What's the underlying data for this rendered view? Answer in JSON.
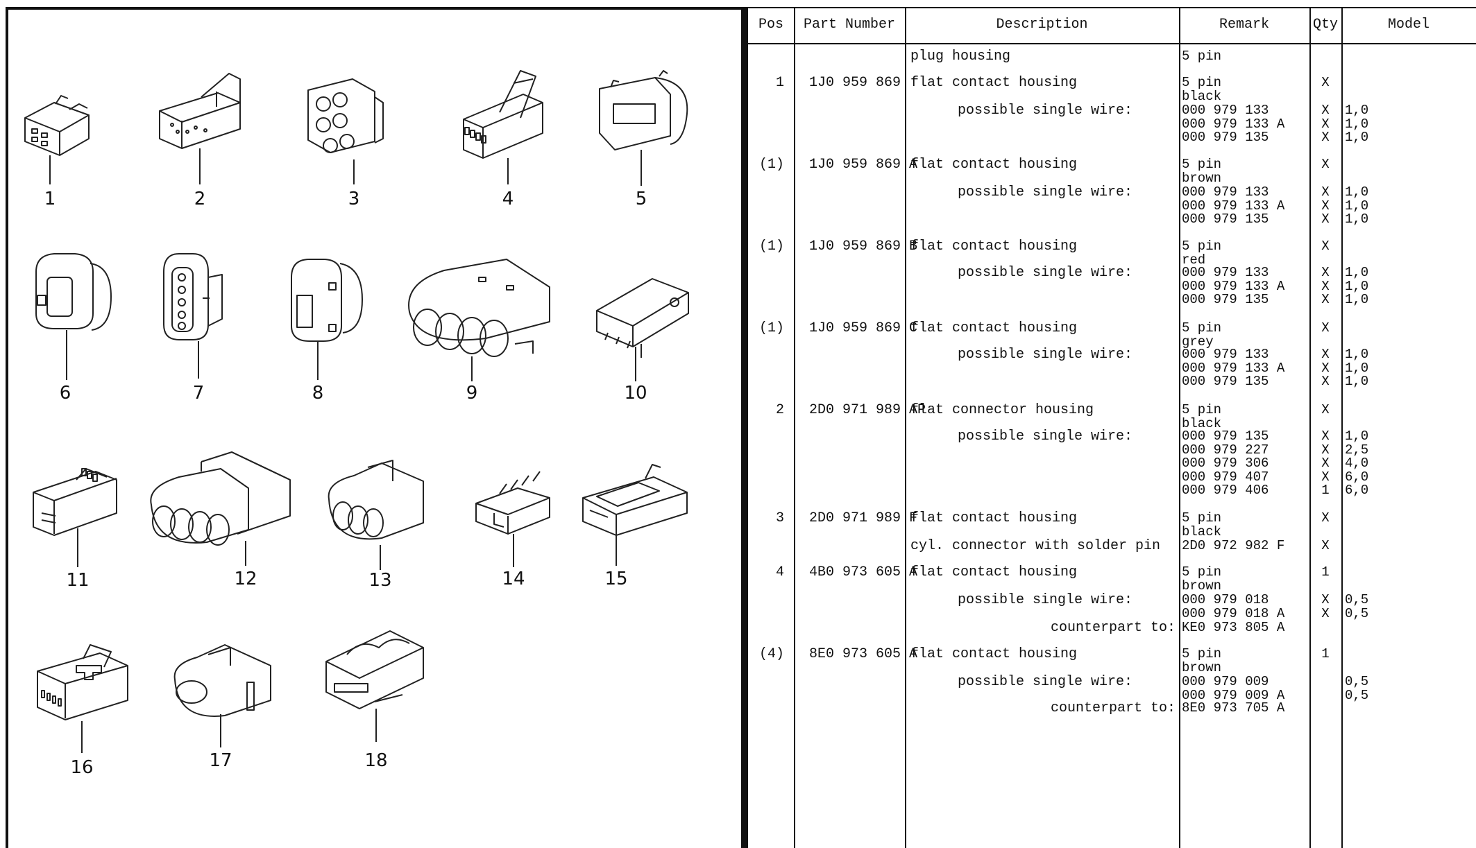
{
  "illustration": {
    "callouts": [
      "1",
      "2",
      "3",
      "4",
      "5",
      "6",
      "7",
      "8",
      "9",
      "10",
      "11",
      "12",
      "13",
      "14",
      "15",
      "16",
      "17",
      "18"
    ]
  },
  "table": {
    "headers": [
      "Pos",
      "Part Number",
      "Description",
      "Remark",
      "Qty",
      "Model"
    ],
    "rows": [
      {
        "pos": "",
        "part": "",
        "desc": "plug housing",
        "desc_indent": "none",
        "remark": [
          "5 pin"
        ],
        "qty": [],
        "model": []
      },
      {
        "pos": "1",
        "part": "1J0 959 869",
        "desc": "flat contact housing",
        "desc_indent": "none",
        "remark": [
          "5 pin",
          "black"
        ],
        "qty": [
          "X"
        ],
        "model": []
      },
      {
        "pos": "",
        "part": "",
        "desc": "possible single wire:",
        "desc_indent": "mid",
        "remark": [
          "000 979 133",
          "000 979 133 A",
          "000 979 135"
        ],
        "qty": [
          "X",
          "X",
          "X"
        ],
        "model": [
          "1,0",
          "1,0",
          "1,0"
        ]
      },
      {
        "pos": "(1)",
        "part": "1J0 959 869 A",
        "desc": "flat contact housing",
        "desc_indent": "none",
        "remark": [
          "5 pin",
          "brown"
        ],
        "qty": [
          "X"
        ],
        "model": []
      },
      {
        "pos": "",
        "part": "",
        "desc": "possible single wire:",
        "desc_indent": "mid",
        "remark": [
          "000 979 133",
          "000 979 133 A",
          "000 979 135"
        ],
        "qty": [
          "X",
          "X",
          "X"
        ],
        "model": [
          "1,0",
          "1,0",
          "1,0"
        ]
      },
      {
        "pos": "(1)",
        "part": "1J0 959 869 B",
        "desc": "flat contact housing",
        "desc_indent": "none",
        "remark": [
          "5 pin",
          "red"
        ],
        "qty": [
          "X"
        ],
        "model": []
      },
      {
        "pos": "",
        "part": "",
        "desc": "possible single wire:",
        "desc_indent": "mid",
        "remark": [
          "000 979 133",
          "000 979 133 A",
          "000 979 135"
        ],
        "qty": [
          "X",
          "X",
          "X"
        ],
        "model": [
          "1,0",
          "1,0",
          "1,0"
        ]
      },
      {
        "pos": "(1)",
        "part": "1J0 959 869 C",
        "desc": "flat contact housing",
        "desc_indent": "none",
        "remark": [
          "5 pin",
          "grey"
        ],
        "qty": [
          "X"
        ],
        "model": []
      },
      {
        "pos": "",
        "part": "",
        "desc": "possible single wire:",
        "desc_indent": "mid",
        "remark": [
          "000 979 133",
          "000 979 133 A",
          "000 979 135"
        ],
        "qty": [
          "X",
          "X",
          "X"
        ],
        "model": [
          "1,0",
          "1,0",
          "1,0"
        ]
      },
      {
        "pos": "2",
        "part": "2D0 971 989 AP",
        "desc": "flat connector housing",
        "desc_indent": "none",
        "remark": [
          "5 pin",
          "black"
        ],
        "qty": [
          "X"
        ],
        "model": []
      },
      {
        "pos": "",
        "part": "",
        "desc": "possible single wire:",
        "desc_indent": "mid",
        "remark": [
          "000 979 135",
          "000 979 227",
          "000 979 306",
          "000 979 407",
          "000 979 406"
        ],
        "qty": [
          "X",
          "X",
          "X",
          "X",
          "1"
        ],
        "model": [
          "1,0",
          "2,5",
          "4,0",
          "6,0",
          "6,0"
        ]
      },
      {
        "pos": "3",
        "part": "2D0 971 989 F",
        "desc": "flat contact housing",
        "desc_indent": "none",
        "remark": [
          "5 pin",
          "black"
        ],
        "qty": [
          "X"
        ],
        "model": []
      },
      {
        "pos": "",
        "part": "",
        "desc": "cyl. connector with solder pin",
        "desc_indent": "none",
        "remark": [
          "2D0 972 982 F"
        ],
        "qty": [
          "X"
        ],
        "model": []
      },
      {
        "pos": "4",
        "part": "4B0 973 605 A",
        "desc": "flat contact housing",
        "desc_indent": "none",
        "remark": [
          "5 pin",
          "brown"
        ],
        "qty": [
          "1"
        ],
        "model": []
      },
      {
        "pos": "",
        "part": "",
        "desc": "possible single wire:",
        "desc_indent": "mid",
        "remark": [
          "000 979 018",
          "000 979 018 A"
        ],
        "qty": [
          "X",
          "X"
        ],
        "model": [
          "0,5",
          "0,5"
        ]
      },
      {
        "pos": "",
        "part": "",
        "desc": "counterpart to:",
        "desc_indent": "right",
        "remark": [
          "KE0 973 805 A"
        ],
        "qty": [],
        "model": []
      },
      {
        "pos": "(4)",
        "part": "8E0 973 605 A",
        "desc": "flat contact housing",
        "desc_indent": "none",
        "remark": [
          "5 pin",
          "brown"
        ],
        "qty": [
          "1"
        ],
        "model": []
      },
      {
        "pos": "",
        "part": "",
        "desc": "possible single wire:",
        "desc_indent": "mid",
        "remark": [
          "000 979 009",
          "000 979 009 A"
        ],
        "qty": [],
        "model": [
          "0,5",
          "0,5"
        ]
      },
      {
        "pos": "",
        "part": "",
        "desc": "counterpart to:",
        "desc_indent": "right",
        "remark": [
          "8E0 973 705 A"
        ],
        "qty": [],
        "model": []
      }
    ]
  }
}
